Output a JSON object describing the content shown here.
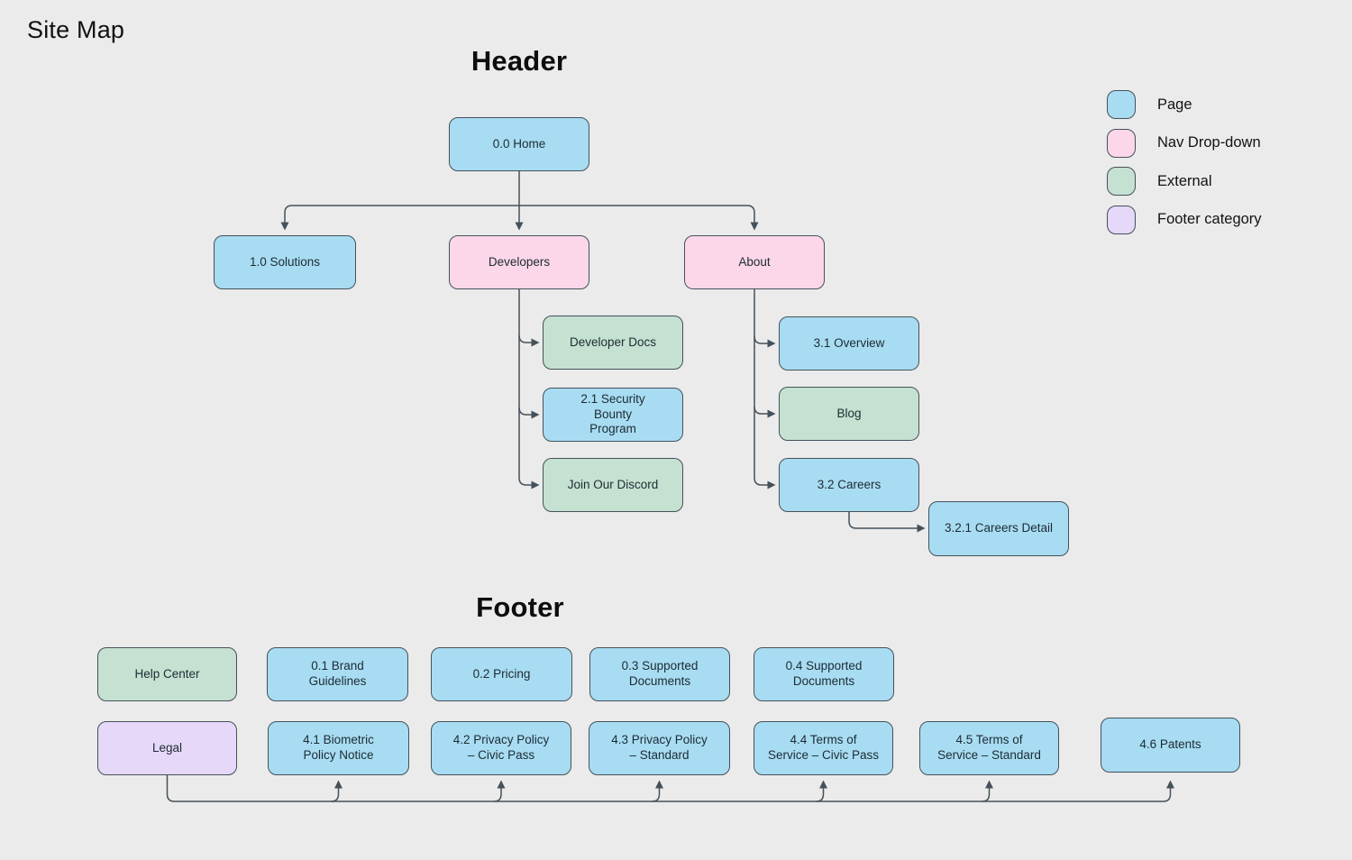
{
  "title": "Site Map",
  "colors": {
    "background": "#EBEBEB",
    "page": "#A8DCF2",
    "nav": "#FBD7E9",
    "external": "#C5E1D1",
    "footer": "#E5D8F9",
    "line": "#45515A",
    "text": "#1C2B33"
  },
  "sections": {
    "header_title": "Header",
    "footer_title": "Footer"
  },
  "legend": {
    "items": [
      {
        "label": "Page",
        "type": "page"
      },
      {
        "label": "Nav Drop-down",
        "type": "nav"
      },
      {
        "label": "External",
        "type": "external"
      },
      {
        "label": "Footer category",
        "type": "footer_category"
      }
    ]
  },
  "header_tree": {
    "home": {
      "label": "0.0 Home",
      "type": "page"
    },
    "solutions": {
      "label": "1.0 Solutions",
      "type": "page"
    },
    "developers": {
      "label": "Developers",
      "type": "nav"
    },
    "about": {
      "label": "About",
      "type": "nav"
    },
    "developer_docs": {
      "label": "Developer Docs",
      "type": "external"
    },
    "security_bounty": {
      "label": "2.1 Security\nBounty\nProgram",
      "type": "page"
    },
    "join_discord": {
      "label": "Join Our Discord",
      "type": "external"
    },
    "overview": {
      "label": "3.1 Overview",
      "type": "page"
    },
    "blog": {
      "label": "Blog",
      "type": "external"
    },
    "careers": {
      "label": "3.2 Careers",
      "type": "page"
    },
    "careers_detail": {
      "label": "3.2.1 Careers Detail",
      "type": "page"
    }
  },
  "footer_tree": {
    "help_center": {
      "label": "Help Center",
      "type": "external"
    },
    "brand_guidelines": {
      "label": "0.1 Brand\nGuidelines",
      "type": "page"
    },
    "pricing": {
      "label": "0.2 Pricing",
      "type": "page"
    },
    "supported_docs_03": {
      "label": "0.3 Supported\nDocuments",
      "type": "page"
    },
    "supported_docs_04": {
      "label": "0.4 Supported\nDocuments",
      "type": "page"
    },
    "legal": {
      "label": "Legal",
      "type": "footer_category"
    },
    "biometric_policy": {
      "label": "4.1 Biometric\nPolicy Notice",
      "type": "page"
    },
    "privacy_civic": {
      "label": "4.2 Privacy Policy\n– Civic Pass",
      "type": "page"
    },
    "privacy_standard": {
      "label": "4.3 Privacy Policy\n– Standard",
      "type": "page"
    },
    "terms_civic": {
      "label": "4.4 Terms of\nService – Civic Pass",
      "type": "page"
    },
    "terms_standard": {
      "label": "4.5 Terms of\nService – Standard",
      "type": "page"
    },
    "patents": {
      "label": "4.6 Patents",
      "type": "page"
    }
  }
}
